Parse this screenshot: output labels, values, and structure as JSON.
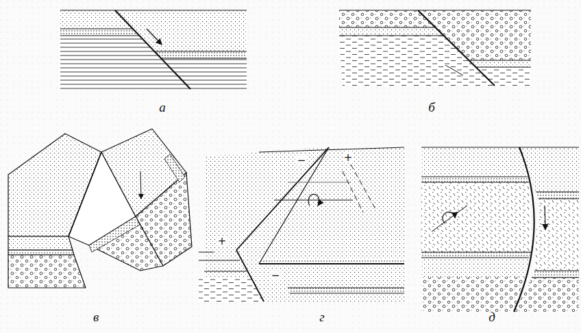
{
  "diagram": {
    "labels": [
      "а",
      "б",
      "в",
      "г",
      "д",
      "−",
      "+",
      "+",
      "−"
    ]
  }
}
